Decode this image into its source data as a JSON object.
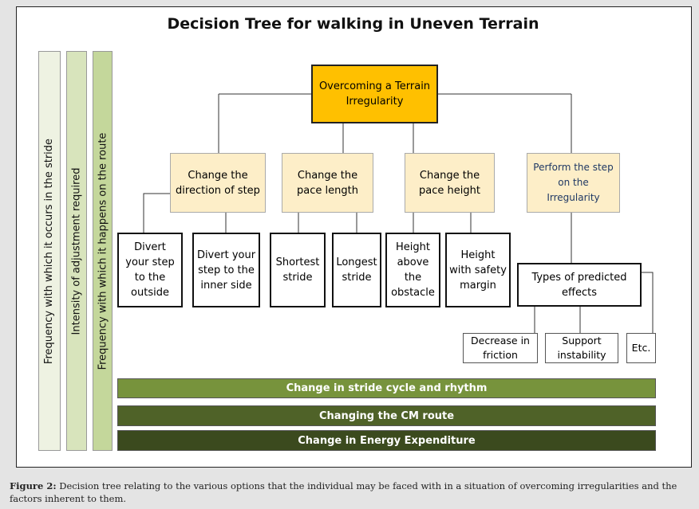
{
  "title": "Decision Tree for walking in Uneven Terrain",
  "vertical_bars": [
    "Frequency with which it occurs in the stride",
    "Intensity of adjustment required",
    "Frequency with which it happens on the route"
  ],
  "root": "Overcoming a Terrain Irregularity",
  "level2": [
    "Change the direction of step",
    "Change the pace length",
    "Change the pace height",
    "Perform the step on the Irregularity"
  ],
  "level3": [
    "Divert your step to the outside",
    "Divert your step to the inner side",
    "Shortest stride",
    "Longest stride",
    "Height above the obstacle",
    "Height with safety margin"
  ],
  "types": "Types of predicted effects",
  "effects": [
    "Decrease in friction",
    "Support instability",
    "Etc."
  ],
  "bottom_bars": [
    "Change in stride cycle and rhythm",
    "Changing the CM route",
    "Change in Energy Expenditure"
  ],
  "caption": {
    "label": "Figure 2:",
    "text": " Decision tree relating to the various options that the individual may be faced with in a situation of overcoming irregularities and the factors inherent to them."
  }
}
